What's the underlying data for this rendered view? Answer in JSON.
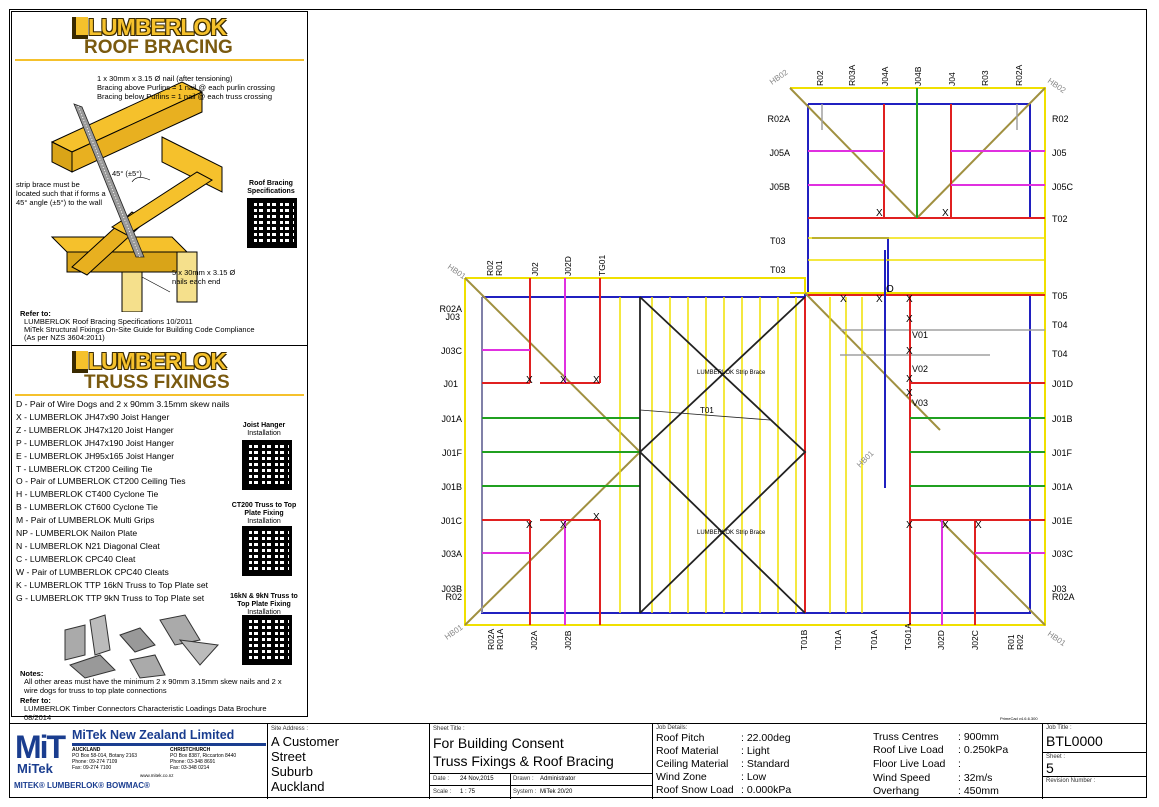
{
  "roof_bracing": {
    "brand": "LUMBERLOK",
    "title": "ROOF BRACING",
    "note_nail": "1 x 30mm x 3.15 Ø nail (after tensioning)",
    "note_above": "Bracing above Purlins = 1 nail @ each purlin crossing",
    "note_below": "Bracing below Purlins = 1 nail @ each truss crossing",
    "angle": "45° (±5°)",
    "strip_note": "strip brace must be located such that if forms a 45° angle (±5°) to the wall",
    "nails_each_end": "5 x 30mm x 3.15 Ø nails each end",
    "specs_label": "Roof Bracing Specifications",
    "refer_to": "Refer to:",
    "ref1": "LUMBERLOK Roof Bracing Specifications 10/2011",
    "ref2": "MiTek Structural Fixings On-Site Guide for Building Code Compliance",
    "ref3": "(As per NZS 3604:2011)"
  },
  "truss_fixings": {
    "brand": "LUMBERLOK",
    "title": "TRUSS FIXINGS",
    "items": [
      "D - Pair of Wire Dogs and 2 x 90mm 3.15mm skew nails",
      "X - LUMBERLOK JH47x90 Joist Hanger",
      "Z - LUMBERLOK JH47x120 Joist Hanger",
      "P - LUMBERLOK JH47x190 Joist Hanger",
      "E - LUMBERLOK JH95x165 Joist Hanger",
      "T - LUMBERLOK CT200 Ceiling Tie",
      "O - Pair of LUMBERLOK CT200 Ceiling Ties",
      "H - LUMBERLOK CT400 Cyclone Tie",
      "B - LUMBERLOK CT600 Cyclone Tie",
      "M - Pair of LUMBERLOK Multi Grips",
      "NP - LUMBERLOK Nailon Plate",
      "N - LUMBERLOK N21 Diagonal Cleat",
      "C - LUMBERLOK CPC40 Cleat",
      "W - Pair of LUMBERLOK CPC40 Cleats",
      "K - LUMBERLOK TTP 16kN Truss to Top Plate set",
      "G - LUMBERLOK TTP 9kN Truss to Top Plate set"
    ],
    "qr1_title": "Joist Hanger",
    "qr1_sub": "Installation",
    "qr2_title": "CT200 Truss to Top Plate Fixing",
    "qr2_sub": "Installation",
    "qr3_title": "16kN & 9kN Truss to Top Plate Fixing",
    "qr3_sub": "Installation",
    "notes_label": "Notes:",
    "notes_text": "All other areas must have the minimum 2 x 90mm 3.15mm skew nails and 2 x wire dogs for truss to top plate connections",
    "refer_to": "Refer to:",
    "ref_text": "LUMBERLOK Timber Connectors Characteristic Loadings Data Brochure 08/2014"
  },
  "plan": {
    "software": "PrimeCad v4.6.6.300",
    "strip_brace_label": "LUMBERLOK Strip Brace",
    "top_labels": [
      "R02",
      "R03A",
      "J04A",
      "J04B",
      "J04",
      "R03",
      "R02A"
    ],
    "bottom_right_labels": [
      "T01B",
      "T01A",
      "T01A",
      "TG01A",
      "J02D",
      "J02C",
      "R01",
      "R02"
    ],
    "upper_left_labels": [
      "R02",
      "R01",
      "J02",
      "J02D",
      "TG01"
    ],
    "bottom_left_labels": [
      "R02A",
      "R01A",
      "J02A",
      "J02B"
    ],
    "left_labels": [
      "R02A",
      "J03",
      "J03C",
      "J01",
      "J01A",
      "J01F",
      "J01B",
      "J01C",
      "J03A",
      "J03B",
      "R02"
    ],
    "right_labels_upper": [
      "R02",
      "J05",
      "J05C",
      "T02"
    ],
    "left_labels_upper": [
      "R02A",
      "J05A",
      "J05B"
    ],
    "t03": [
      "T03",
      "T03"
    ],
    "right_labels": [
      "T05",
      "T04",
      "T04",
      "J01D",
      "J01B",
      "J01F",
      "J01A",
      "J01E",
      "J03C",
      "J03",
      "R02A"
    ],
    "hips": [
      "HB02",
      "HB02",
      "HB01",
      "HB01",
      "HB01",
      "HB01"
    ],
    "v_labels": [
      "V01",
      "V02",
      "V03"
    ],
    "t01": "T01"
  },
  "title_block": {
    "company": "MiTek New Zealand Limited",
    "brand": "MiTek",
    "brands_line": "MITEK® LUMBERLOK® BOWMAC®",
    "auckland": "AUCKLAND",
    "christchurch": "CHRISTCHURCH",
    "auck_addr": "PO Box 58-014, Botany 2163",
    "chch_addr": "PO Box 8387, Riccarton 8440",
    "auck_phone": "Phone: 09-274 7109",
    "chch_phone": "Phone: 03-348 8691",
    "auck_fax": "Fax: 09-274 7100",
    "chch_fax": "Fax: 03-348 0214",
    "website": "www.mitek.co.nz",
    "site_label": "Site Address :",
    "site_lines": [
      "A Customer",
      "Street",
      "Suburb",
      "Auckland"
    ],
    "sheet_title_label": "Sheet Title :",
    "sheet_title_1": "For Building Consent",
    "sheet_title_2": "Truss Fixings & Roof Bracing",
    "date_label": "Date :",
    "date": "24 Nov,2015",
    "drawn_label": "Drawn :",
    "drawn": "Administrator",
    "scale_label": "Scale :",
    "scale": "1 : 75",
    "system_label": "System :",
    "system": "MiTek 20/20",
    "job_details_label": "Job Details:",
    "details_left": [
      {
        "k": "Roof Pitch",
        "v": ": 22.00deg"
      },
      {
        "k": "Roof Material",
        "v": ": Light"
      },
      {
        "k": "Ceiling Material",
        "v": ": Standard"
      },
      {
        "k": "Wind Zone",
        "v": ": Low"
      },
      {
        "k": "Roof Snow Load",
        "v": ": 0.000kPa"
      }
    ],
    "details_right": [
      {
        "k": "Truss Centres",
        "v": ": 900mm"
      },
      {
        "k": "Roof Live Load",
        "v": ": 0.250kPa"
      },
      {
        "k": "Floor Live Load",
        "v": ":"
      },
      {
        "k": "Wind Speed",
        "v": ": 32m/s"
      },
      {
        "k": "Overhang",
        "v": ": 450mm"
      }
    ],
    "job_title_label": "Job Title :",
    "job_title": "BTL0000",
    "sheet_label": "Sheet :",
    "sheet": "5",
    "revision_label": "Revision Number :"
  },
  "colors": {
    "yellow": "#f0e000",
    "blue": "#2020c0",
    "red": "#e02020",
    "magenta": "#e030e0",
    "green": "#20a020",
    "olive": "#a09040",
    "grey": "#a0a0a0",
    "lumber": "#f5c12c"
  }
}
